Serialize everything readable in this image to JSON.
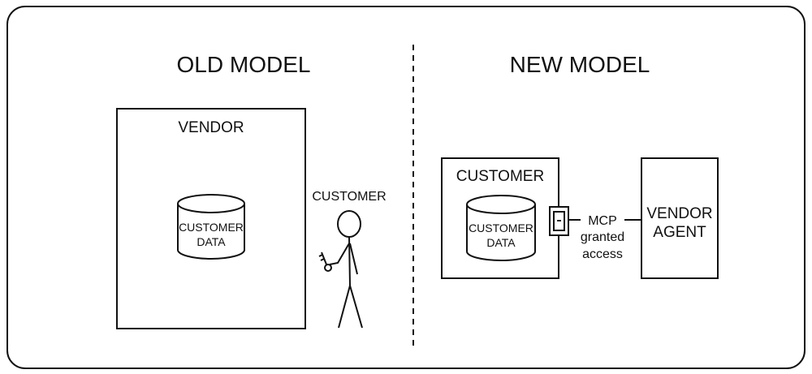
{
  "old_model": {
    "title": "OLD MODEL",
    "vendor_label": "VENDOR",
    "database_label_line1": "CUSTOMER",
    "database_label_line2": "DATA",
    "actor_label": "CUSTOMER",
    "actor_holding": "key-icon"
  },
  "new_model": {
    "title": "NEW MODEL",
    "customer_label": "CUSTOMER",
    "database_label_line1": "CUSTOMER",
    "database_label_line2": "DATA",
    "connector_icon": "switch-icon",
    "connection_label_line1": "MCP",
    "connection_label_line2": "granted",
    "connection_label_line3": "access",
    "agent_label_line1": "VENDOR",
    "agent_label_line2": "AGENT"
  },
  "colors": {
    "ink": "#111111",
    "background": "#ffffff"
  }
}
